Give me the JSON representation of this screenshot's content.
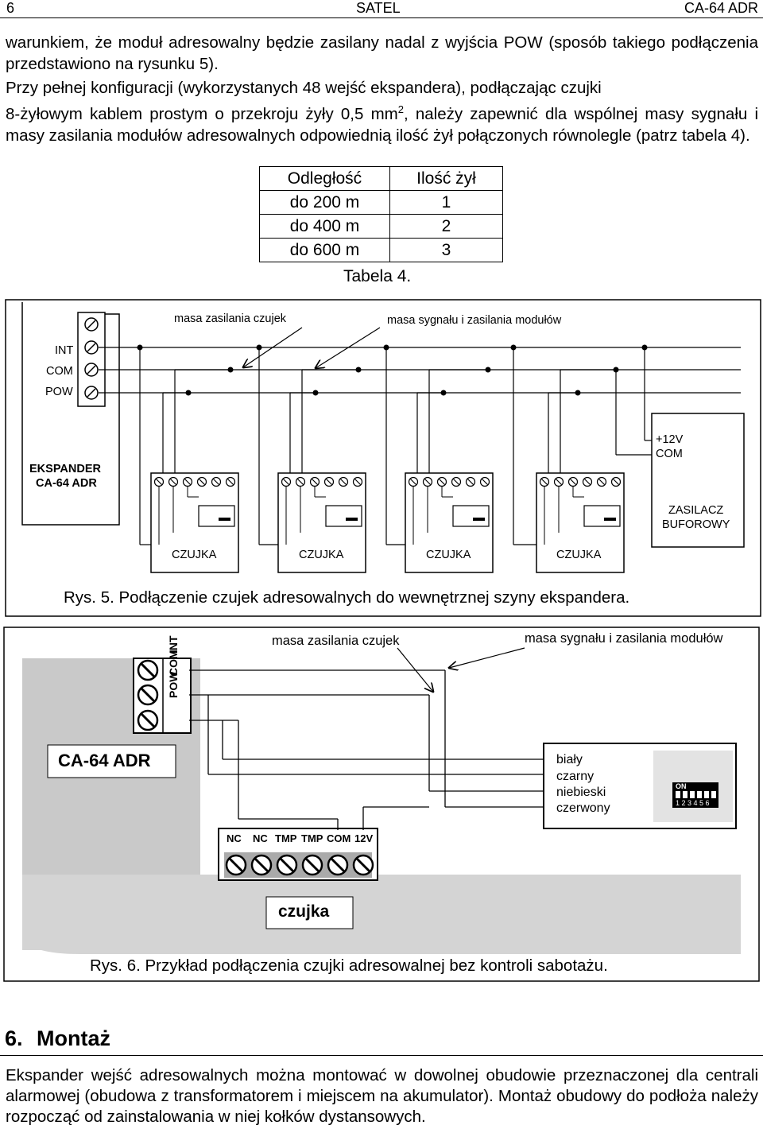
{
  "header": {
    "page_number": "6",
    "brand": "SATEL",
    "model": "CA-64 ADR"
  },
  "paragraph1": "warunkiem, że moduł adresowalny będzie zasilany nadal z wyjścia POW (sposób takiego podłączenia przedstawiono na rysunku 5).",
  "paragraph2_line1": "Przy pełnej konfiguracji (wykorzystanych 48 wejść ekspandera), podłączając czujki",
  "paragraph2_line2_a": "8-żyłowym kablem prostym o przekroju żyły 0,5 mm",
  "paragraph2_sup": "2",
  "paragraph2_line2_b": ", należy zapewnić dla wspólnej masy",
  "paragraph2_rest": "sygnału i masy zasilania modułów adresowalnych odpowiednią ilość żył połączonych równolegle (patrz tabela 4).",
  "table4": {
    "headers": [
      "Odległość",
      "Ilość żył"
    ],
    "rows": [
      [
        "do 200 m",
        "1"
      ],
      [
        "do 400 m",
        "2"
      ],
      [
        "do 600 m",
        "3"
      ]
    ],
    "caption": "Tabela 4."
  },
  "fig5": {
    "label_masa_czujek": "masa zasilania czujek",
    "label_masa_modulow": "masa sygnału i zasilania modułów",
    "terminals": [
      "INT",
      "COM",
      "POW"
    ],
    "expander_line1": "EKSPANDER",
    "expander_line2": "CA-64 ADR",
    "psu_v": "+12V",
    "psu_com": "COM",
    "psu_line1": "ZASILACZ",
    "psu_line2": "BUFOROWY",
    "detector": "CZUJKA",
    "caption": "Rys. 5. Podłączenie czujek adresowalnych do wewnętrznej szyny ekspandera."
  },
  "fig6": {
    "label_masa_czujek": "masa zasilania czujek",
    "label_masa_modulow": "masa sygnału i zasilania modułów",
    "terminal_labels": [
      "INT",
      "COM",
      "POW"
    ],
    "board_label": "CA-64 ADR",
    "wires": [
      "biały",
      "czarny",
      "niebieski",
      "czerwony"
    ],
    "dip_on": "ON",
    "dip_numbers": "1 2 3 4 5 6",
    "detector_terminals": [
      "NC",
      "NC",
      "TMP",
      "TMP",
      "COM",
      "12V"
    ],
    "detector_label": "czujka",
    "caption": "Rys. 6. Przykład podłączenia czujki adresowalnej bez kontroli sabotażu."
  },
  "section": {
    "number": "6.",
    "title": "Montaż"
  },
  "section_text": "Ekspander wejść adresowalnych można montować w dowolnej obudowie przeznaczonej dla centrali alarmowej (obudowa z transformatorem i miejscem na akumulator). Montaż obudowy do podłoża należy rozpocząć od zainstalowania w niej kołków dystansowych."
}
